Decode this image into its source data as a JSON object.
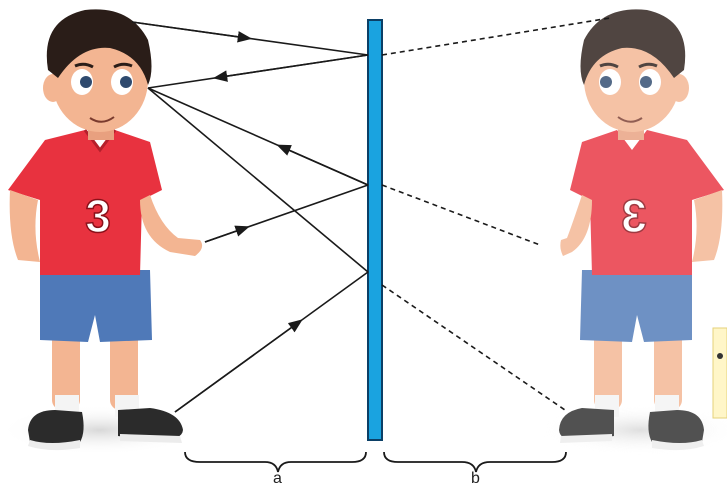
{
  "labels": {
    "distance_left": "a",
    "distance_right": "b"
  },
  "boy": {
    "jersey_number": "3",
    "mirrored_jersey_number": "3"
  },
  "colors": {
    "mirror": "#1aa3e0",
    "mirror_border": "#0b3f66",
    "shirt": "#e8323f",
    "shorts": "#4f79b8",
    "skin": "#f3b592",
    "hair": "#2a1d18",
    "ray": "#1a1a1a"
  }
}
